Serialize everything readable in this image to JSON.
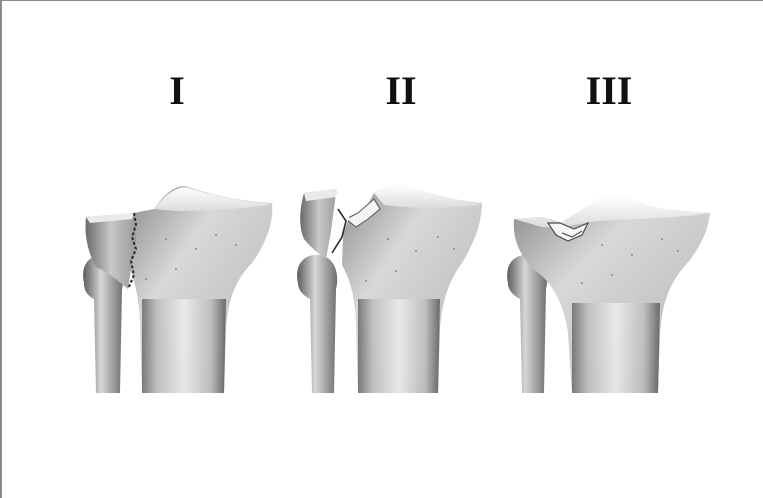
{
  "figure": {
    "panels": [
      {
        "label": "I",
        "type": "split"
      },
      {
        "label": "II",
        "type": "split-depression"
      },
      {
        "label": "III",
        "type": "pure-depression"
      }
    ],
    "colors": {
      "background": "#ffffff",
      "bone_light": "#f2f2f2",
      "bone_mid": "#bdbdbd",
      "bone_dark": "#5f5f5f",
      "label": "#111111"
    }
  }
}
